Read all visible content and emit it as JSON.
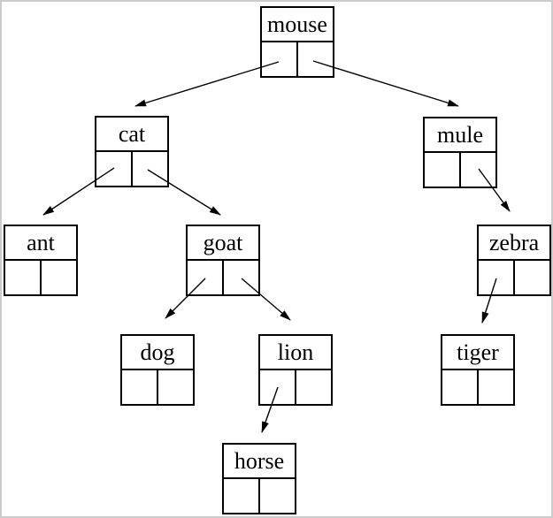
{
  "figure": {
    "type": "binary-tree-diagram",
    "background_color": "#ffffff",
    "frame_color": "#cccccc",
    "line_color": "#000000"
  },
  "tree": {
    "root": "mouse",
    "nodes": {
      "mouse": {
        "label": "mouse",
        "left": "cat",
        "right": "mule"
      },
      "cat": {
        "label": "cat",
        "left": "ant",
        "right": "goat"
      },
      "mule": {
        "label": "mule",
        "left": null,
        "right": "zebra"
      },
      "ant": {
        "label": "ant",
        "left": null,
        "right": null
      },
      "goat": {
        "label": "goat",
        "left": "dog",
        "right": "lion"
      },
      "zebra": {
        "label": "zebra",
        "left": "tiger",
        "right": null
      },
      "dog": {
        "label": "dog",
        "left": null,
        "right": null
      },
      "lion": {
        "label": "lion",
        "left": "horse",
        "right": null
      },
      "tiger": {
        "label": "tiger",
        "left": null,
        "right": null
      },
      "horse": {
        "label": "horse",
        "left": null,
        "right": null
      }
    },
    "edges": [
      {
        "from": "mouse",
        "pointer": "left",
        "to": "cat"
      },
      {
        "from": "mouse",
        "pointer": "right",
        "to": "mule"
      },
      {
        "from": "cat",
        "pointer": "left",
        "to": "ant"
      },
      {
        "from": "cat",
        "pointer": "right",
        "to": "goat"
      },
      {
        "from": "goat",
        "pointer": "left",
        "to": "dog"
      },
      {
        "from": "goat",
        "pointer": "right",
        "to": "lion"
      },
      {
        "from": "lion",
        "pointer": "left",
        "to": "horse"
      },
      {
        "from": "mule",
        "pointer": "right",
        "to": "zebra"
      },
      {
        "from": "zebra",
        "pointer": "left",
        "to": "tiger"
      }
    ]
  }
}
